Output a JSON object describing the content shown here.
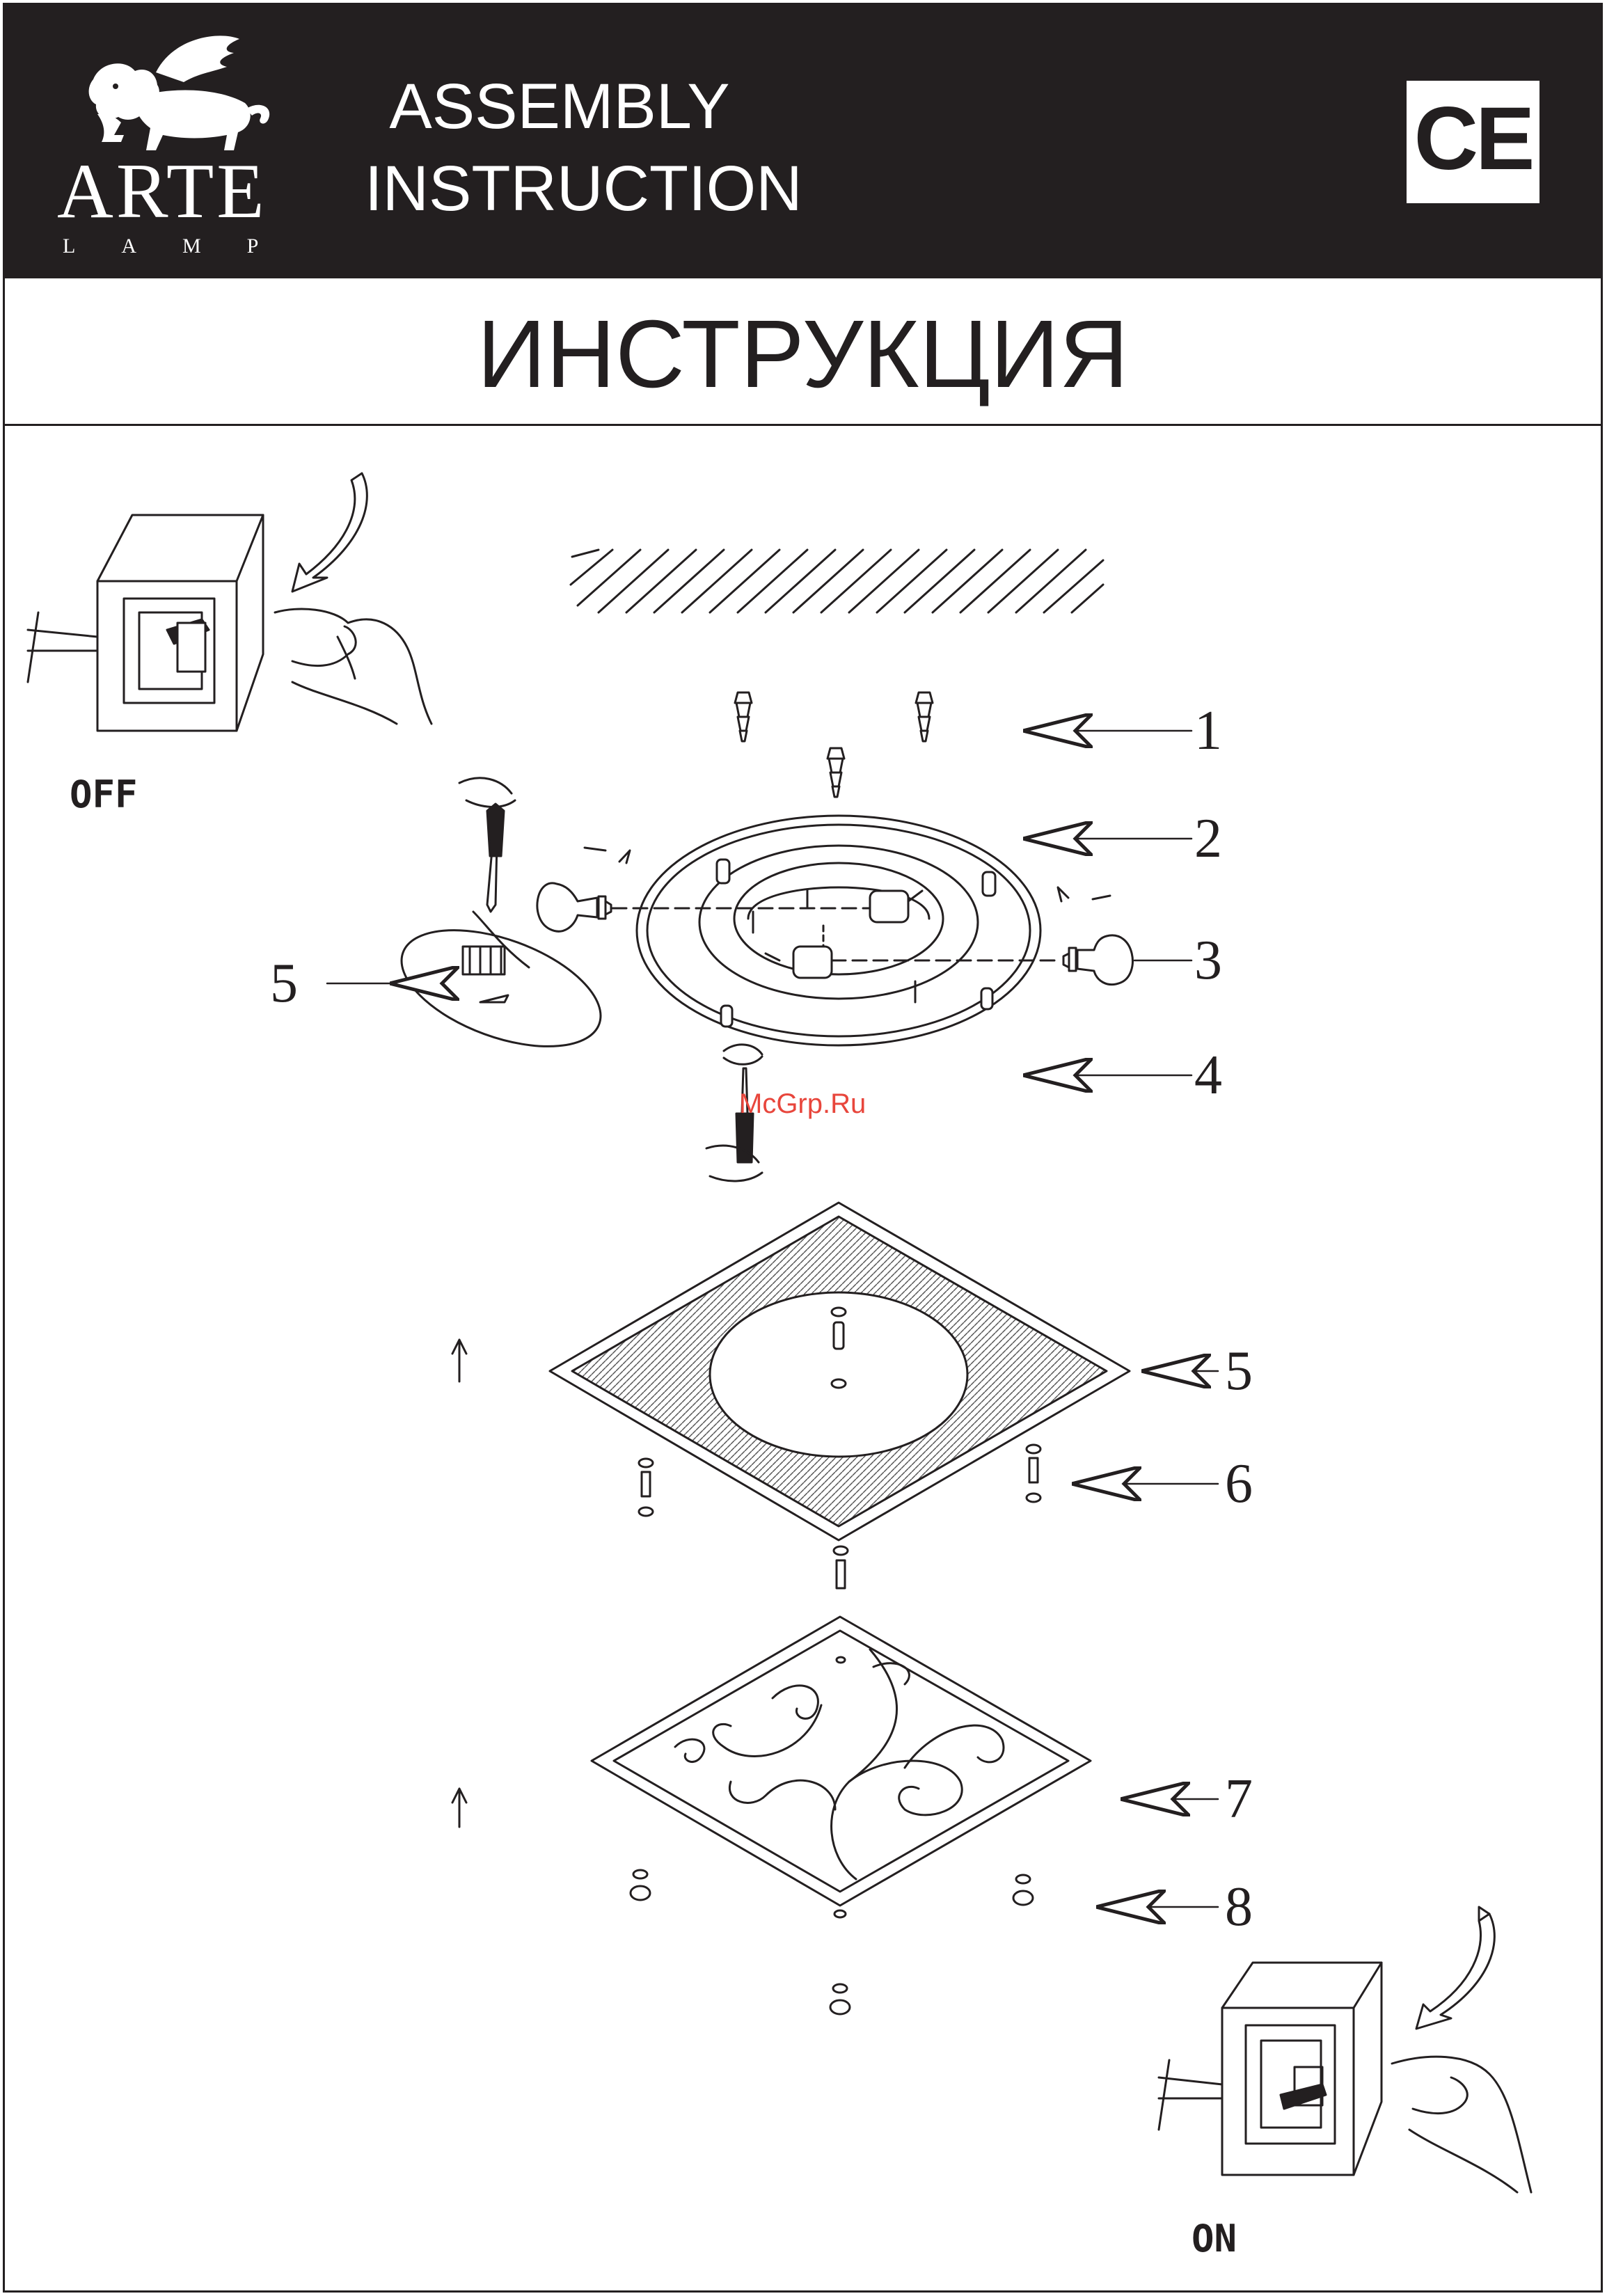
{
  "header": {
    "brand_name": "ARTE",
    "brand_sub": "LAMP",
    "title_line1": "ASSEMBLY",
    "title_line2": "INSTRUCTION",
    "certification_mark": "CE",
    "background_color": "#231f20"
  },
  "title_ru": "ИНСТРУКЦИЯ",
  "switch_labels": {
    "off": "OFF",
    "on": "ON"
  },
  "callouts": [
    "1",
    "2",
    "3",
    "4",
    "5",
    "5",
    "6",
    "7",
    "8"
  ],
  "watermark": "McGrp.Ru",
  "icons": [
    "lion-logo-icon",
    "wall-switch-icon",
    "hand-icon",
    "curved-arrow-icon",
    "screwdriver-icon",
    "light-bulb-icon",
    "terminal-block-icon"
  ]
}
